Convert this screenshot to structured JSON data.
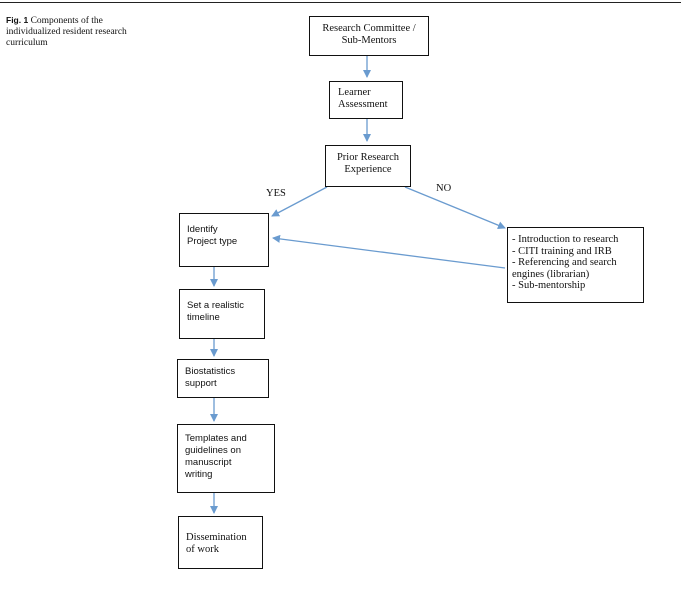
{
  "caption": {
    "fig_label": "Fig. 1",
    "lines": [
      "Components of the",
      "individualized resident research",
      "curriculum"
    ]
  },
  "nodes": {
    "committee": [
      "Research Committee /",
      "Sub-Mentors"
    ],
    "assessment": [
      "Learner",
      "Assessment"
    ],
    "prior": [
      "Prior Research",
      "Experience"
    ],
    "identify": [
      "Identify",
      "Project type"
    ],
    "intro": [
      "- Introduction to research",
      "- CITI training and IRB",
      "- Referencing and search",
      "engines (librarian)",
      "- Sub-mentorship"
    ],
    "timeline": [
      "Set a realistic",
      "timeline"
    ],
    "biostat": [
      "Biostatistics",
      "support"
    ],
    "templates": [
      "Templates and",
      "guidelines on",
      "manuscript",
      "writing"
    ],
    "dissemination": [
      "Dissemination",
      "of work"
    ]
  },
  "edge_labels": {
    "yes": "YES",
    "no": "NO"
  },
  "colors": {
    "arrow": "#6a9bcf",
    "border": "#111111"
  }
}
